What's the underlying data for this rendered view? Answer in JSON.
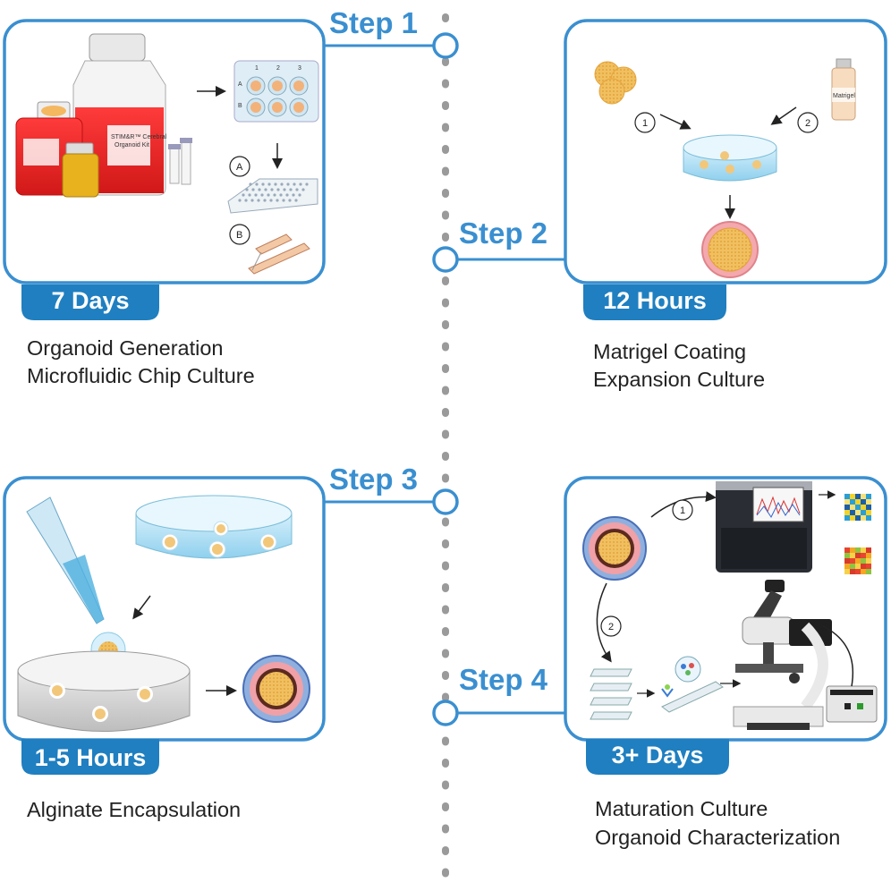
{
  "colors": {
    "accent": "#3a8fd0",
    "badge": "#1f7fc0",
    "frame": "#3a8fd0",
    "timeline_dots": "#9a9a9a"
  },
  "steps": [
    {
      "title": "Step 1",
      "duration": "7 Days",
      "lines": [
        "Organoid Generation",
        "Microfluidic Chip Culture"
      ],
      "labels": {
        "kit": [
          "STIM&R™ Cerebral",
          "Organoid Kit"
        ],
        "callout_a": "A",
        "callout_b": "B",
        "plate_cols": [
          "1",
          "2",
          "3"
        ],
        "plate_rows": [
          "A",
          "B"
        ]
      }
    },
    {
      "title": "Step 2",
      "duration": "12 Hours",
      "lines": [
        "Matrigel Coating",
        "Expansion Culture"
      ],
      "labels": {
        "marker_1": "1",
        "marker_2": "2",
        "vial": "Matrigel"
      }
    },
    {
      "title": "Step 3",
      "duration": "1-5 Hours",
      "lines": [
        "Alginate Encapsulation"
      ],
      "labels": {}
    },
    {
      "title": "Step 4",
      "duration": "3+ Days",
      "lines": [
        "Maturation Culture",
        "Organoid Characterization"
      ],
      "labels": {
        "marker_1": "1",
        "marker_2": "2"
      }
    }
  ]
}
